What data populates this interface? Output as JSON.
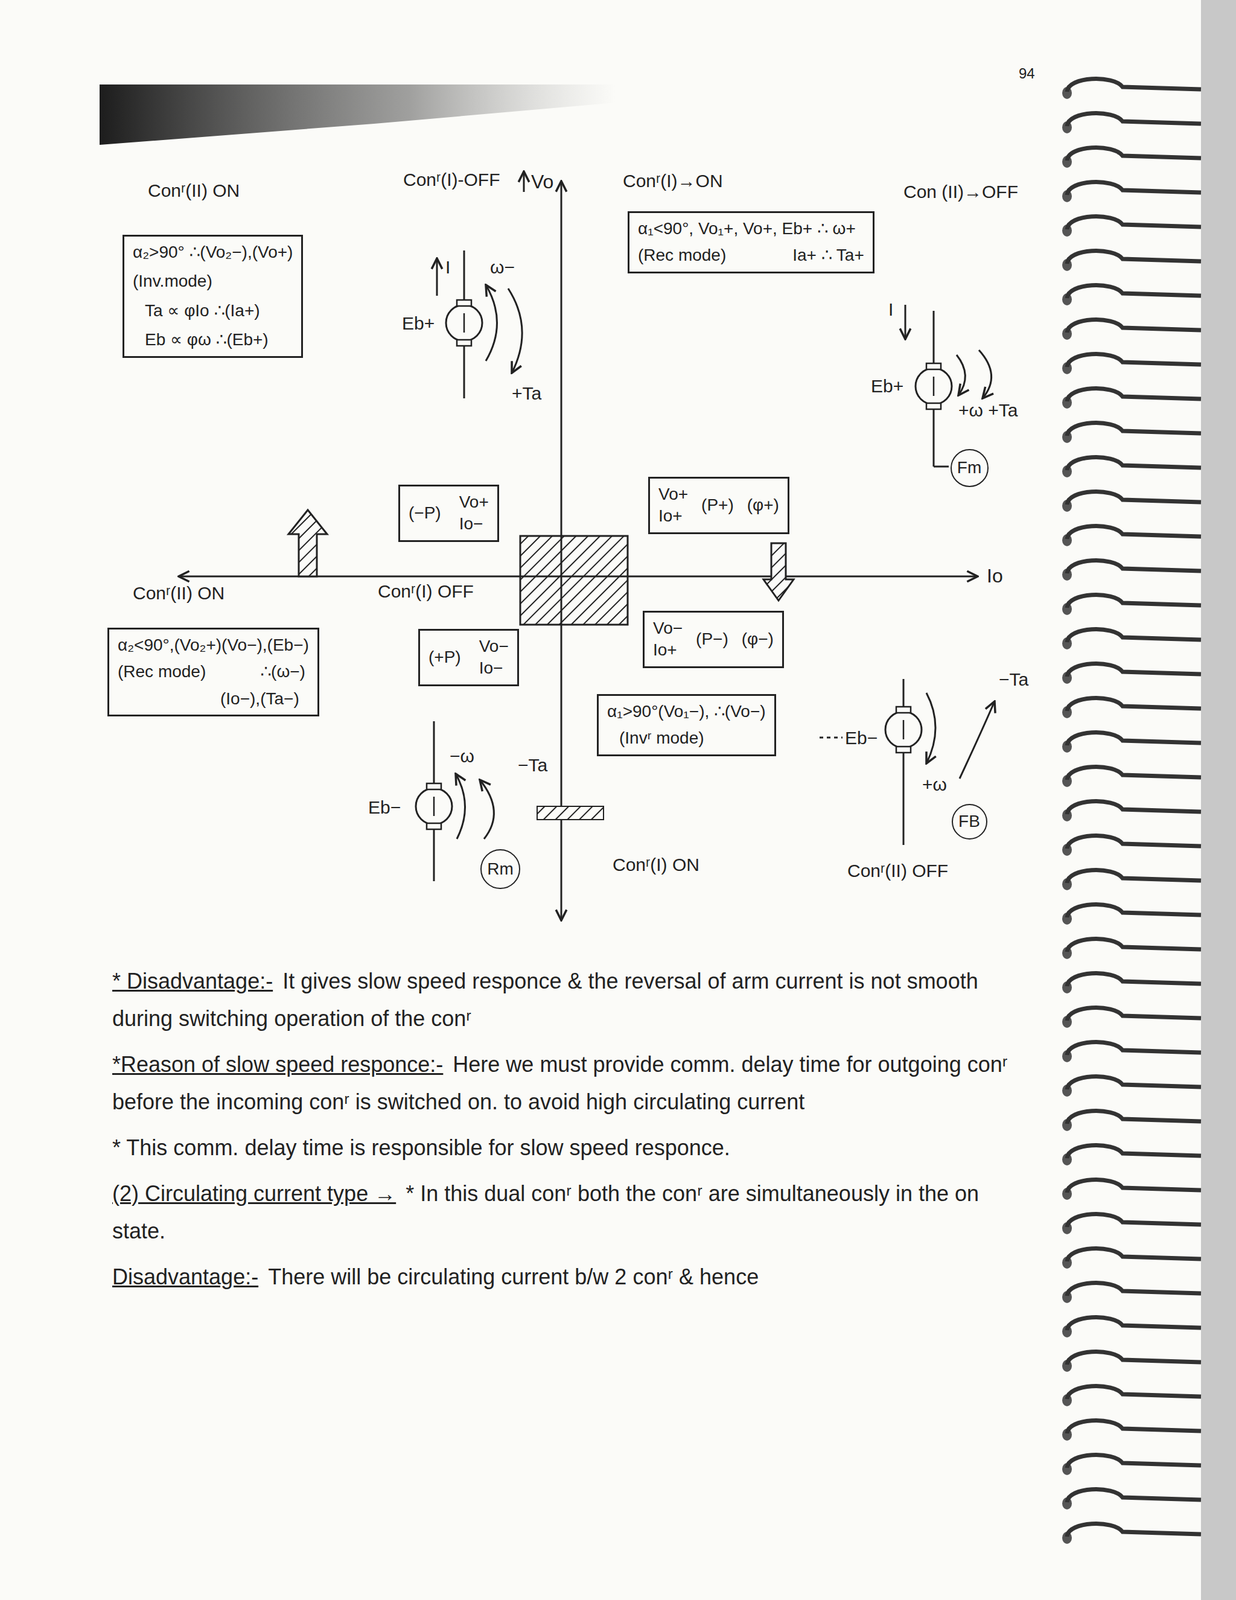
{
  "diagram": {
    "nodes": [
      {
        "text": [
          "α₂>90° ∴(Vo₂−),(Vo+)",
          "(Inv.mode)",
          "Ta ∝ φIo ∴(Ia+)",
          "Eb ∝ φω ∴(Eb+)"
        ]
      },
      {
        "text": [
          "α₁<90°, Vo₁+, Vo+, Eb+ ∴ ω+",
          "(Rec mode)",
          "Ia+ ∴ Ta+"
        ]
      },
      {
        "text": [
          "Fm"
        ]
      },
      {
        "text": [
          "(−P)",
          "Vo+",
          "Io−"
        ]
      },
      {
        "text": [
          "Vo+",
          "Io+",
          "(P+)",
          "(φ+)"
        ]
      },
      {
        "text": [
          "(+P)",
          "Vo−",
          "Io−"
        ]
      },
      {
        "text": [
          "Vo−",
          "Io+",
          "(P−)",
          "(φ−)"
        ]
      },
      {
        "text": [
          "α₂<90°,(Vo₂+)(Vo−),(Eb−)",
          "(Rec mode)",
          "∴(ω−)",
          "(Io−),(Ta−)"
        ]
      },
      {
        "text": [
          "α₁>90°(Vo₁−), ∴(Vo−)",
          "(Invʳ mode)"
        ]
      },
      {
        "text": [
          "Rm"
        ]
      },
      {
        "text": [
          "FB"
        ]
      }
    ],
    "labels": [
      "94",
      "Conʳ(II) ON",
      "Conʳ(I)-OFF",
      "Vo",
      "Conʳ(I)→ON",
      "Con (II)→OFF",
      "I",
      "ω−",
      "Eb+",
      "+Ta",
      "I",
      "Eb+",
      "+ω +Ta",
      "Io",
      "Conʳ(II) ON",
      "Conʳ(I) OFF",
      "−Ta",
      "Eb−",
      "+ω",
      "−ω",
      "−Ta",
      "Eb−",
      "Conʳ(I) ON",
      "Conʳ(II) OFF",
      "* Disadvantage:-",
      "It gives slow speed responce & the reversal of arm current is not smooth during switching operation of the conʳ",
      "*Reason of slow speed responce:-",
      "Here we must provide comm. delay time for outgoing conʳ before the incoming conʳ is switched on. to avoid high circulating current",
      "* This comm. delay time is responsible for slow speed responce.",
      "(2) Circulating current type →",
      "* In this dual conʳ both the conʳ are simultaneously in the on state.",
      "Disadvantage:-",
      "There will be circulating current b/w 2 conʳ & hence"
    ]
  }
}
